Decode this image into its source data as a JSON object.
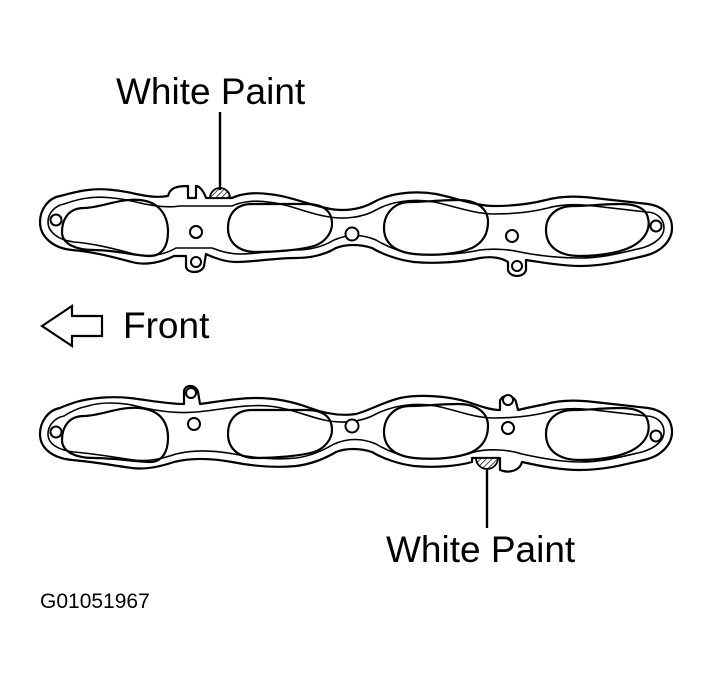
{
  "labels": {
    "top_paint": "White Paint",
    "bottom_paint": "White Paint",
    "direction": "Front",
    "figure_id": "G01051967"
  },
  "icons": {
    "direction_arrow": "arrow-left-outline-icon",
    "paint_mark": "hatched-dot-icon"
  },
  "colors": {
    "ink": "#000000",
    "paper": "#ffffff"
  }
}
